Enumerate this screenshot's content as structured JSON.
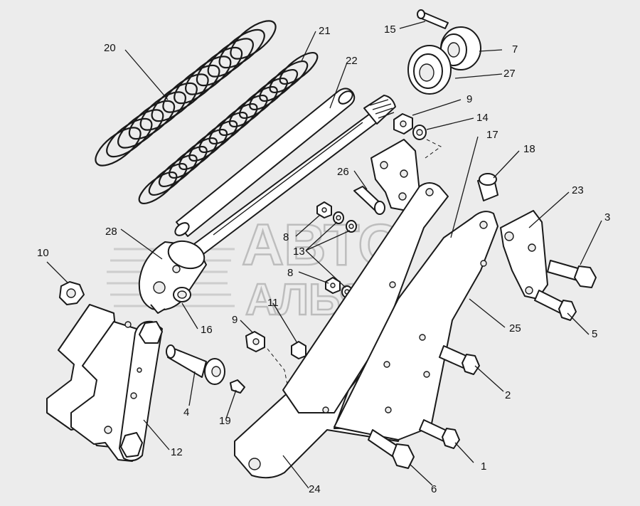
{
  "watermark": {
    "line1": "АВТО",
    "line2": "АЛЬЯНС"
  },
  "callouts": [
    {
      "id": "c1",
      "text": "1"
    },
    {
      "id": "c2",
      "text": "2"
    },
    {
      "id": "c3",
      "text": "3"
    },
    {
      "id": "c4",
      "text": "4"
    },
    {
      "id": "c5",
      "text": "5"
    },
    {
      "id": "c6",
      "text": "6"
    },
    {
      "id": "c7",
      "text": "7"
    },
    {
      "id": "c8a",
      "text": "8"
    },
    {
      "id": "c8b",
      "text": "8"
    },
    {
      "id": "c9a",
      "text": "9"
    },
    {
      "id": "c9b",
      "text": "9"
    },
    {
      "id": "c10",
      "text": "10"
    },
    {
      "id": "c11",
      "text": "11"
    },
    {
      "id": "c12",
      "text": "12"
    },
    {
      "id": "c13",
      "text": "13"
    },
    {
      "id": "c14",
      "text": "14"
    },
    {
      "id": "c15",
      "text": "15"
    },
    {
      "id": "c16",
      "text": "16"
    },
    {
      "id": "c17",
      "text": "17"
    },
    {
      "id": "c18",
      "text": "18"
    },
    {
      "id": "c19",
      "text": "19"
    },
    {
      "id": "c20",
      "text": "20"
    },
    {
      "id": "c21",
      "text": "21"
    },
    {
      "id": "c22",
      "text": "22"
    },
    {
      "id": "c23",
      "text": "23"
    },
    {
      "id": "c24",
      "text": "24"
    },
    {
      "id": "c25",
      "text": "25"
    },
    {
      "id": "c26",
      "text": "26"
    },
    {
      "id": "c27",
      "text": "27"
    },
    {
      "id": "c28",
      "text": "28"
    }
  ]
}
